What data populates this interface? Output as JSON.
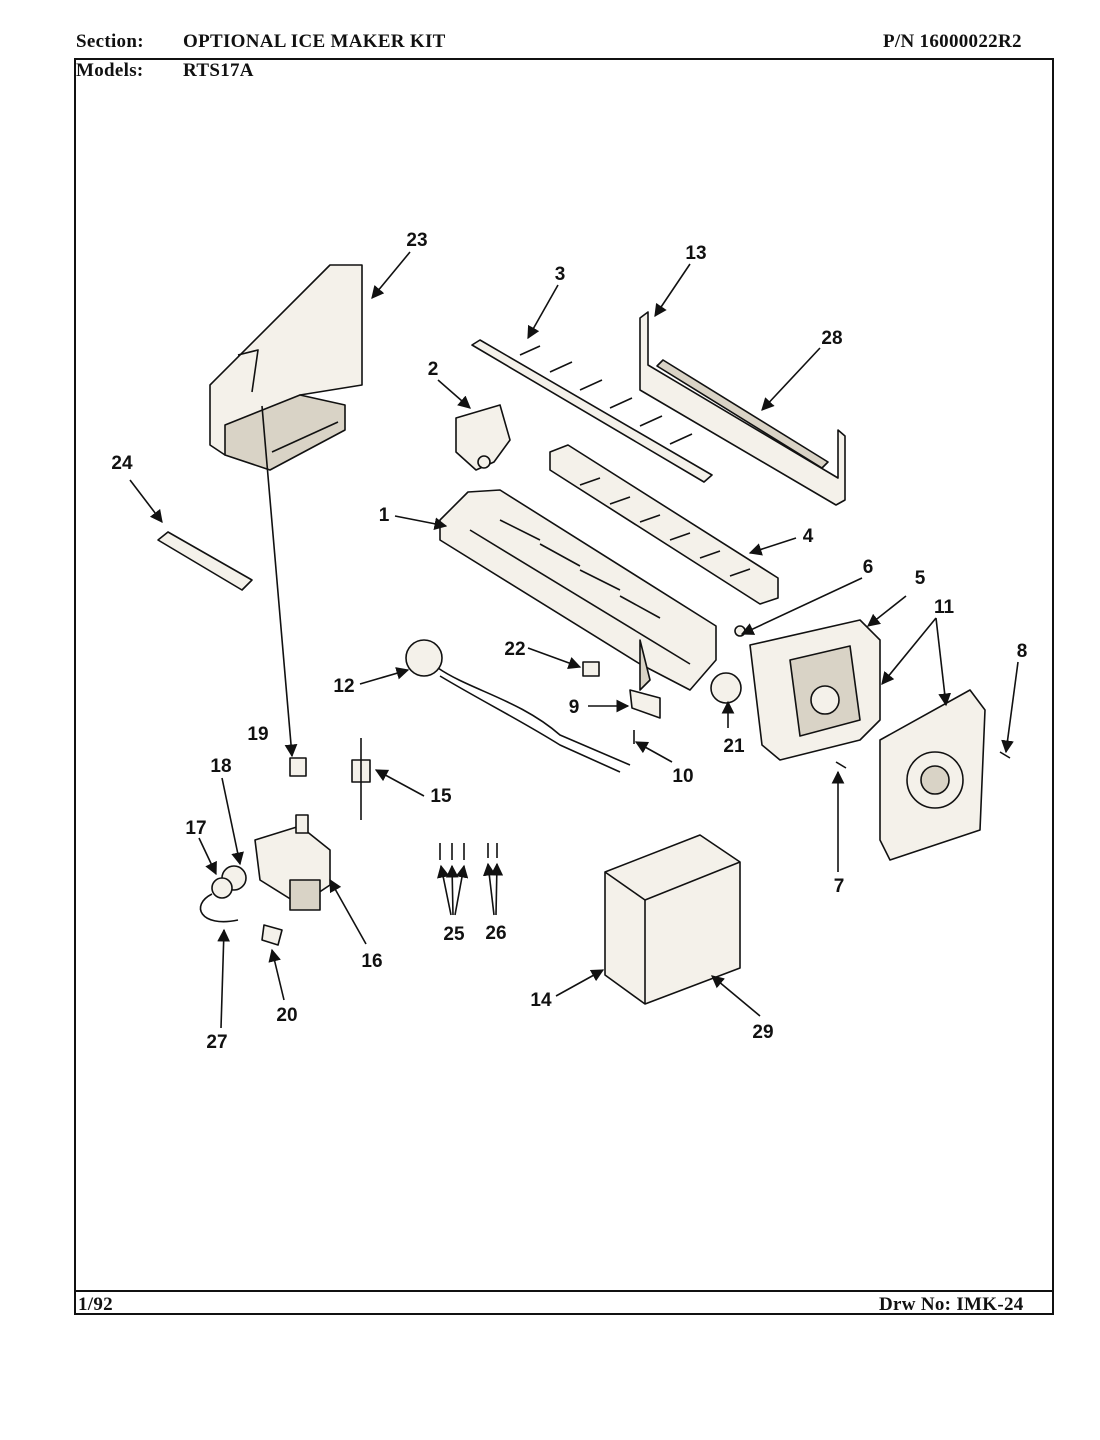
{
  "header": {
    "section_label": "Section:",
    "section_value": "OPTIONAL ICE MAKER KIT",
    "part_number": "P/N 16000022R2",
    "models_label": "Models:",
    "models_value": "RTS17A"
  },
  "footer": {
    "date": "1/92",
    "drawing_number": "Drw No: IMK-24"
  },
  "callouts": [
    "1",
    "2",
    "3",
    "4",
    "5",
    "6",
    "7",
    "8",
    "9",
    "10",
    "11",
    "12",
    "13",
    "14",
    "15",
    "16",
    "17",
    "18",
    "19",
    "20",
    "21",
    "22",
    "23",
    "24",
    "25",
    "26",
    "27",
    "28",
    "29"
  ],
  "colors": {
    "ink": "#111111",
    "part_fill": "#f4f1ea",
    "shade": "#d9d3c6"
  }
}
